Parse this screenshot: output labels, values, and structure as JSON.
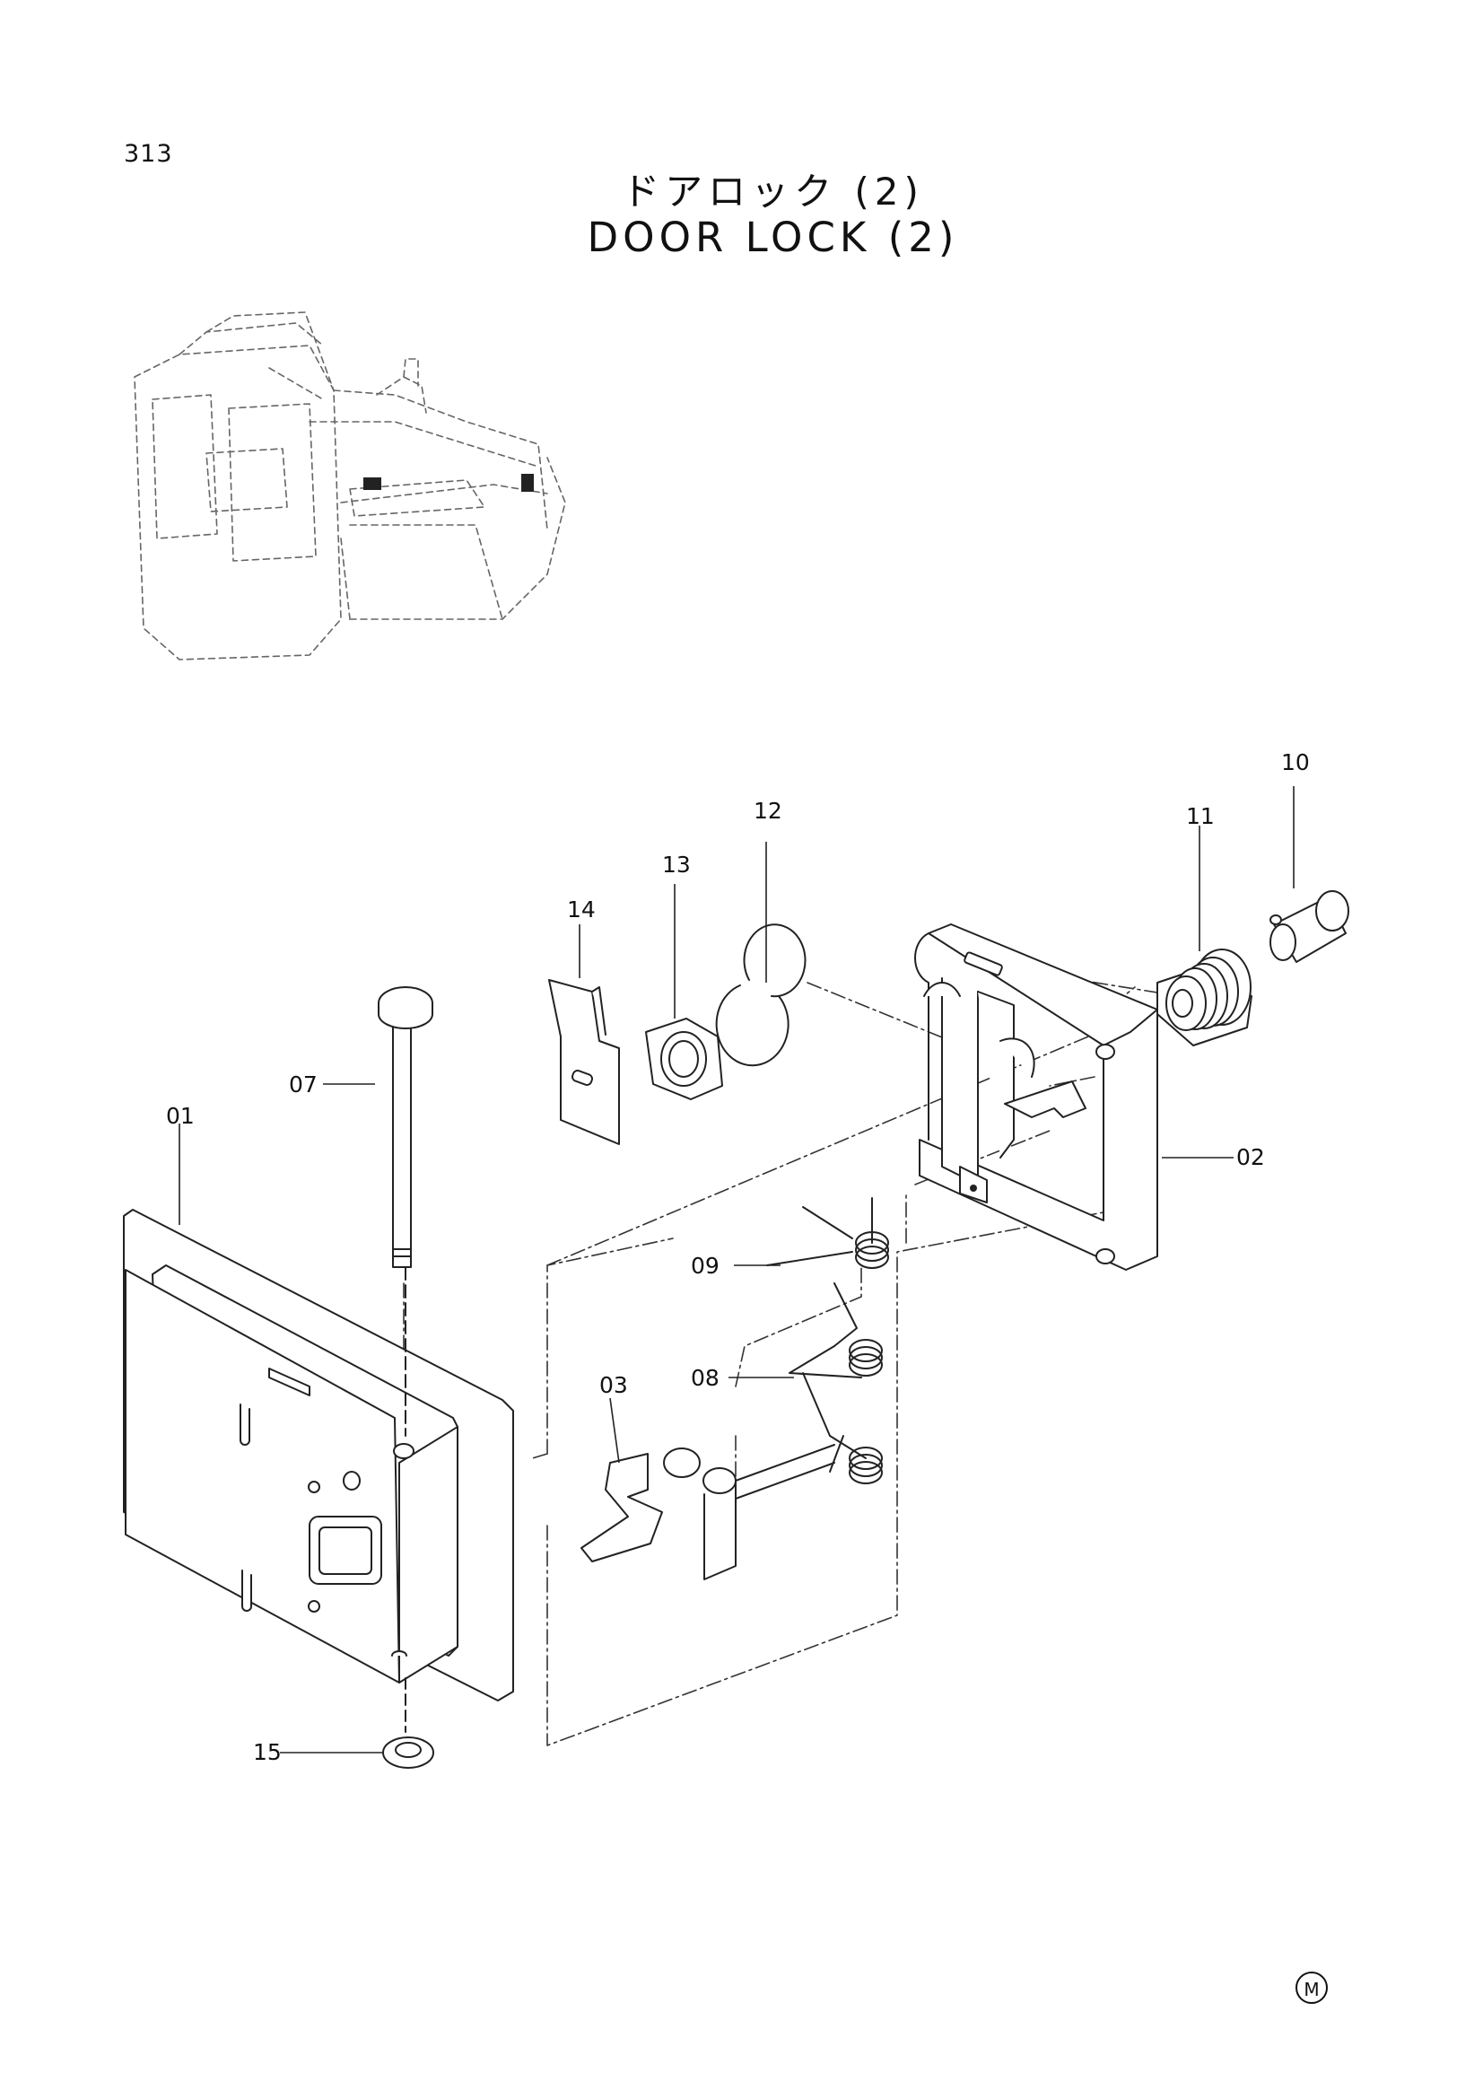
{
  "page_number": "313",
  "title_jp": "ドアロック (2)",
  "title_en": "DOOR LOCK (2)",
  "corner_mark": "M",
  "callouts": [
    "01",
    "02",
    "03",
    "07",
    "08",
    "09",
    "10",
    "11",
    "12",
    "13",
    "14",
    "15"
  ]
}
